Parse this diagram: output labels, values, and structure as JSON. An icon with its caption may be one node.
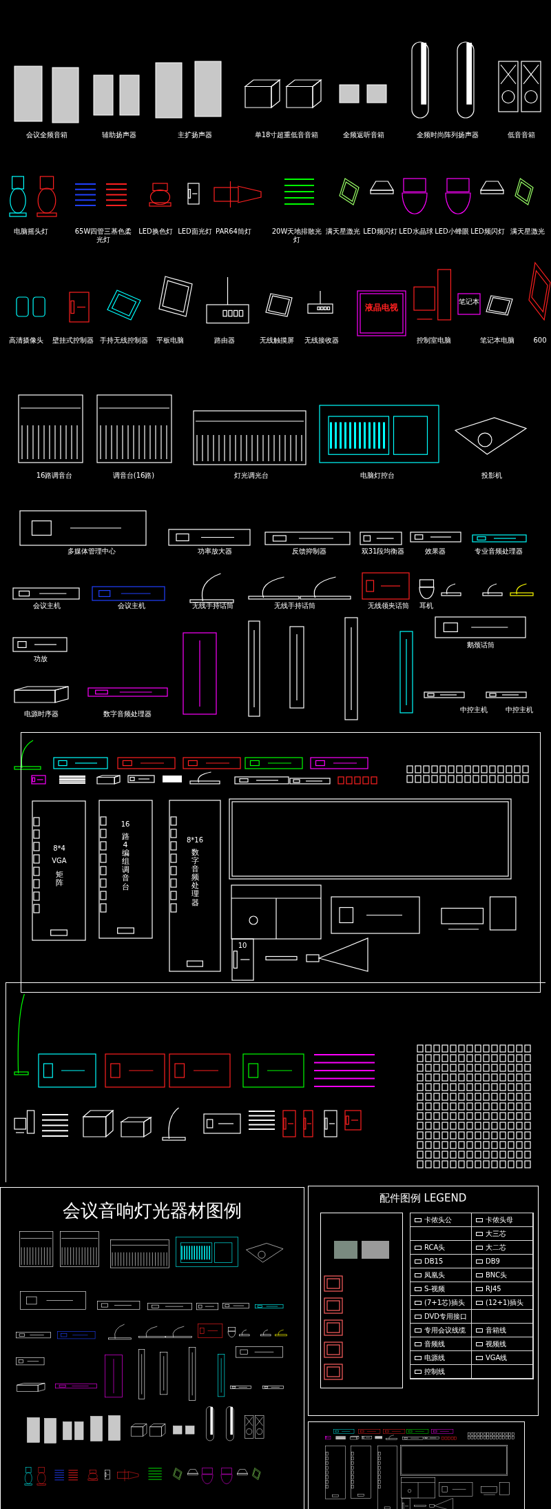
{
  "diagram": {
    "labels": [
      "会议全频音箱",
      "辅助扬声器",
      "主扩扬声器",
      "单18寸超重低音音箱",
      "全频返听音箱",
      "全频时尚阵列扬声器",
      "低音音箱",
      "电脑摇头灯",
      "65W四管三基色柔光灯",
      "LED换色灯",
      "LED面光灯",
      "PAR64筒灯",
      "20W天地排散光灯",
      "满天星激光",
      "LED频闪灯",
      "LED水晶球",
      "LED小蜂眼",
      "LED频闪灯",
      "满天星激光",
      "高清摄像头",
      "壁挂式控制器",
      "手持无线控制器",
      "平板电脑",
      "路由器",
      "无线触摸屏",
      "无线接收器",
      "液晶电视",
      "控制室电脑",
      "笔记本",
      "笔记本电脑",
      "600",
      "16路调音台",
      "调音台(16路)",
      "灯光调光台",
      "电脑灯控台",
      "投影机",
      "多媒体管理中心",
      "功率放大器",
      "反馈抑制器",
      "双31段均衡器",
      "效果器",
      "专业音频处理器",
      "会议主机",
      "会议主机",
      "无线手持话筒",
      "无线手持话筒",
      "无线领夹话筒",
      "耳机",
      "功放",
      "鹅颈话筒",
      "电源时序器",
      "数字音频处理器",
      "中控主机",
      "中控主机",
      "8*4",
      "VGA",
      "矩阵",
      "16",
      "路4编组调音台",
      "8*16",
      "数字音频处理器",
      "10",
      "会议音响灯光器材图例",
      "配件图例 LEGEND",
      "卡侬头公",
      "卡侬头母",
      "大三芯",
      "RCA头",
      "大二芯",
      "DB15",
      "DB9",
      "凤凰头",
      "BNC头",
      "S-视频",
      "RJ45",
      "(7+1芯)插头",
      "(12+1)插头",
      "DVD专用接口",
      "专用会议线缆",
      "音箱线",
      "音频线",
      "视频线",
      "电源线",
      "VGA线",
      "控制线"
    ]
  }
}
